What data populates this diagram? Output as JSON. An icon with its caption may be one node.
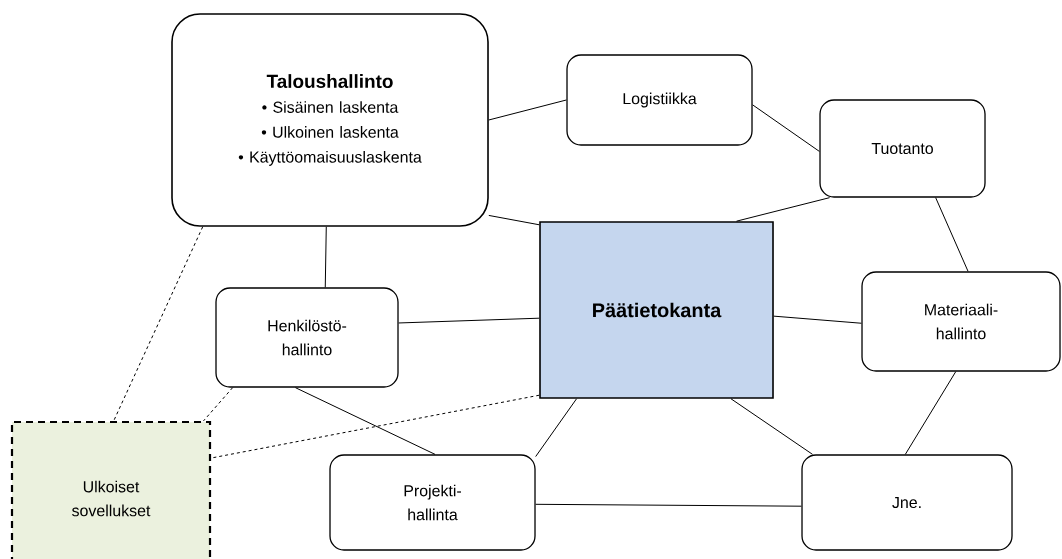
{
  "diagram": {
    "nodes": [
      {
        "text": [
          "Taloushallinto",
          "• Sisäinen laskenta",
          "• Ulkoinen laskenta",
          "• Käyttöomaisuuslaskenta"
        ]
      },
      {
        "text": [
          "Logistiikka"
        ]
      },
      {
        "text": [
          "Tuotanto"
        ]
      },
      {
        "text": [
          "Päätietokanta"
        ]
      },
      {
        "text": [
          "Henkilöstö- hallinto"
        ]
      },
      {
        "text": [
          "Materiaali- hallinto"
        ]
      },
      {
        "text": [
          "Ulkoiset sovellukset"
        ]
      },
      {
        "text": [
          "Projekti- hallinta"
        ]
      },
      {
        "text": [
          "Jne."
        ]
      }
    ],
    "edges": [
      {
        "from": 0,
        "to": 1,
        "arrow": "none"
      },
      {
        "from": 0,
        "to": 3,
        "arrow": "none"
      },
      {
        "from": 1,
        "to": 2,
        "arrow": "none"
      },
      {
        "from": 3,
        "to": 2,
        "arrow": "none"
      },
      {
        "from": 0,
        "to": 4,
        "arrow": "none"
      },
      {
        "from": 4,
        "to": 3,
        "arrow": "none"
      },
      {
        "from": 3,
        "to": 5,
        "arrow": "none"
      },
      {
        "from": 2,
        "to": 5,
        "arrow": "none"
      },
      {
        "from": 4,
        "to": 7,
        "arrow": "none"
      },
      {
        "from": 3,
        "to": 7,
        "arrow": "none"
      },
      {
        "from": 3,
        "to": 8,
        "arrow": "none"
      },
      {
        "from": 5,
        "to": 8,
        "arrow": "none"
      },
      {
        "from": 7,
        "to": 8,
        "arrow": "none"
      },
      {
        "from": 0,
        "to": 6,
        "arrow": "none",
        "style": "dashed"
      },
      {
        "from": 4,
        "to": 6,
        "arrow": "none",
        "style": "dashed"
      },
      {
        "from": 3,
        "to": 6,
        "arrow": "none",
        "style": "dashed"
      }
    ]
  }
}
